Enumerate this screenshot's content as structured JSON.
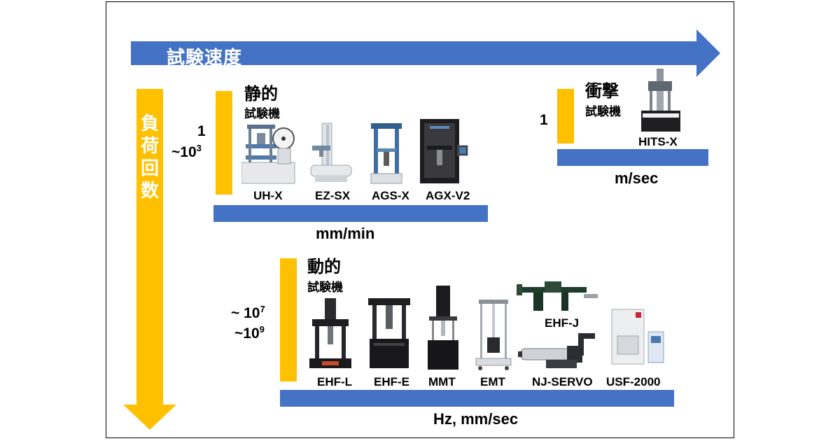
{
  "axes": {
    "speed_label": "試験速度",
    "load_label_chars": [
      "負",
      "荷",
      "回",
      "数"
    ]
  },
  "static": {
    "title": "静的",
    "subtitle": "試験機",
    "range_line1": "1",
    "range_line2_base": "~10",
    "range_line2_exp": "3",
    "unit": "mm/min",
    "models": [
      "UH-X",
      "EZ-SX",
      "AGS-X",
      "AGX-V2"
    ]
  },
  "impact": {
    "title": "衝撃",
    "subtitle": "試験機",
    "range": "1",
    "unit": "m/sec",
    "models": [
      "HITS-X"
    ]
  },
  "dynamic": {
    "title": "動的",
    "subtitle": "試験機",
    "range_line1_base": "~ 10",
    "range_line1_exp": "7",
    "range_line2_base": "~10",
    "range_line2_exp": "9",
    "unit": "Hz, mm/sec",
    "models": [
      "EHF-L",
      "EHF-E",
      "MMT",
      "EMT",
      "EHF-J",
      "NJ-SERVO",
      "USF-2000"
    ]
  },
  "colors": {
    "axis_blue": "#4472c4",
    "range_gold": "#ffc000"
  }
}
